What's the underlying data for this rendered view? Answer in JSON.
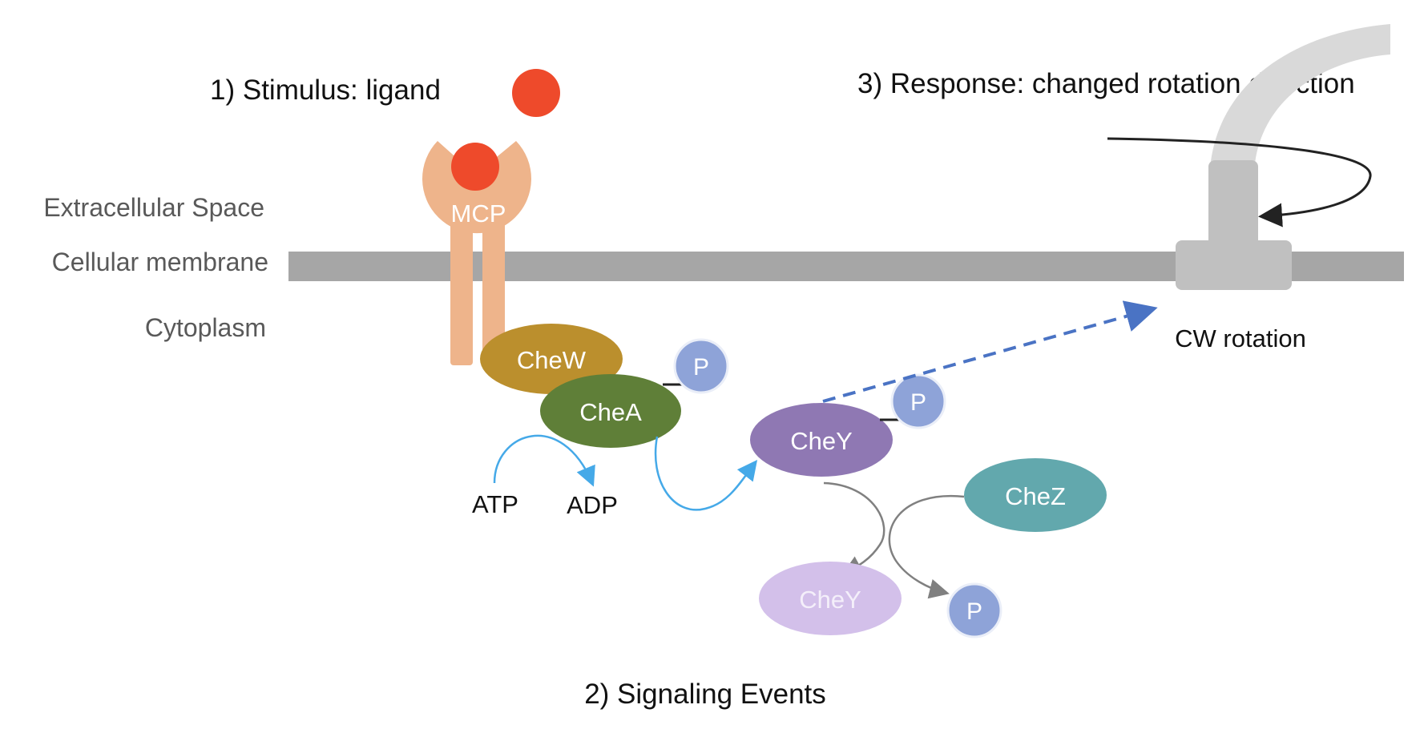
{
  "titles": {
    "stimulus": "1) Stimulus: ligand",
    "response": "3) Response: changed rotation direction",
    "signaling": "2) Signaling Events"
  },
  "regions": {
    "extracellular": "Extracellular Space",
    "membrane": "Cellular membrane",
    "cytoplasm": "Cytoplasm"
  },
  "proteins": {
    "mcp": "MCP",
    "chew": "CheW",
    "chea": "CheA",
    "chey_active": "CheY",
    "chey_inactive": "CheY",
    "chez": "CheZ"
  },
  "phosphate": "P",
  "molecules": {
    "atp": "ATP",
    "adp": "ADP"
  },
  "motor": {
    "output": "CW rotation"
  },
  "colors": {
    "ligand": "#ee4a2b",
    "mcp": "#eeb48b",
    "chew": "#bb8f2d",
    "chea": "#5f7f38",
    "chey_active": "#8f78b3",
    "chey_inactive": "#d3c0ea",
    "chez": "#62a8ad",
    "phosphate": "#8ea3d8",
    "membrane": "#a6a6a6",
    "motor": "#c0c0c0",
    "flagellum": "#d9d9d9",
    "atp_arrow": "#45a9e8",
    "signal_arrow": "#4a73c4",
    "grey_arrow": "#808080"
  }
}
